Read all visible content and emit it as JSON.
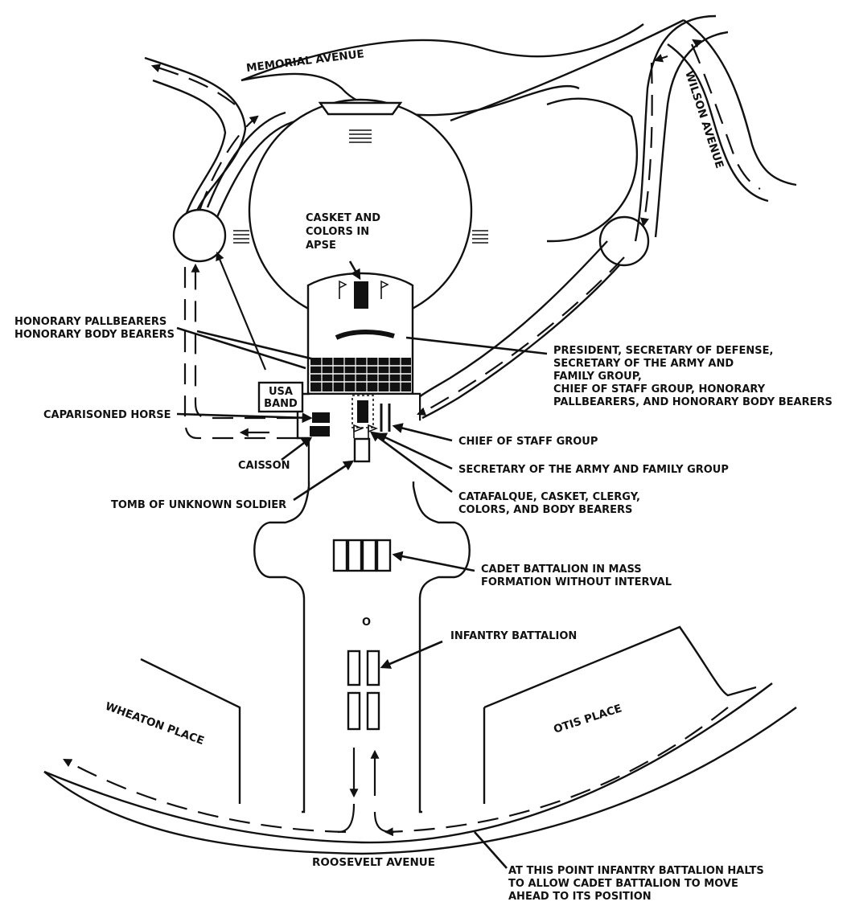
{
  "streets": {
    "memorial_avenue": "MEMORIAL AVENUE",
    "wilson_avenue": "WILSON AVENUE",
    "wheaton_place": "WHEATON PLACE",
    "otis_place": "OTIS PLACE",
    "roosevelt_avenue": "ROOSEVELT AVENUE"
  },
  "labels": {
    "casket_apse": [
      "CASKET AND",
      "COLORS IN",
      "APSE"
    ],
    "honorary": [
      "HONORARY PALLBEARERS",
      "HONORARY BODY BEARERS"
    ],
    "usa_band": [
      "USA",
      "BAND"
    ],
    "caparisoned_horse": "CAPARISONED HORSE",
    "caisson": "CAISSON",
    "tomb": "TOMB OF UNKNOWN SOLDIER",
    "president_group": [
      "PRESIDENT, SECRETARY OF DEFENSE,",
      "SECRETARY OF THE ARMY AND",
      "FAMILY GROUP,",
      "CHIEF OF STAFF GROUP, HONORARY",
      "PALLBEARERS, AND HONORARY BODY BEARERS"
    ],
    "chief_of_staff": "CHIEF OF STAFF GROUP",
    "secretary_family": "SECRETARY OF THE ARMY AND FAMILY GROUP",
    "catafalque": [
      "CATAFALQUE, CASKET, CLERGY,",
      "COLORS, AND BODY BEARERS"
    ],
    "cadet": [
      "CADET BATTALION IN MASS",
      "FORMATION WITHOUT INTERVAL"
    ],
    "marker_o": "O",
    "infantry": "INFANTRY BATTALION",
    "halt_note": [
      "AT THIS POINT INFANTRY BATTALION HALTS",
      "TO ALLOW CADET BATTALION TO MOVE",
      "AHEAD TO ITS POSITION"
    ]
  }
}
